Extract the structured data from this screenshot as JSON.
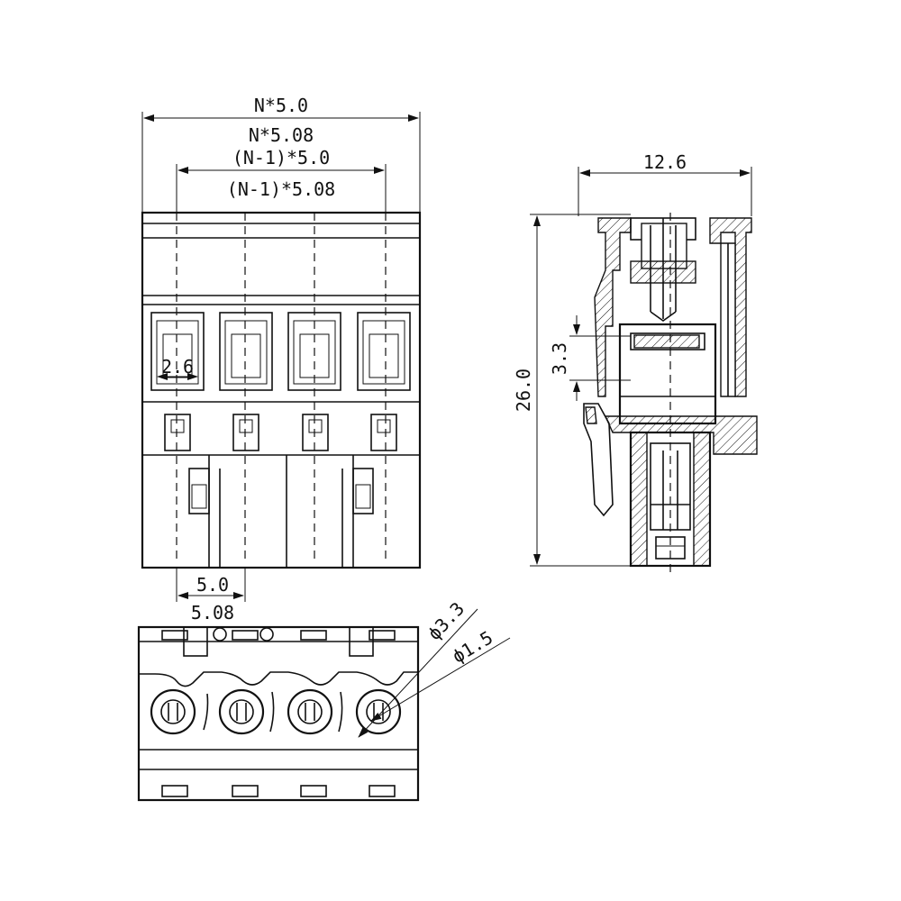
{
  "front_view": {
    "dim_overall_5_0": "N*5.0",
    "dim_overall_5_08": "N*5.08",
    "dim_inner_5_0": "(N-1)*5.0",
    "dim_inner_5_08": "(N-1)*5.08",
    "dim_window": "2.6",
    "dim_pitch_5_0": "5.0",
    "dim_pitch_5_08": "5.08"
  },
  "side_view": {
    "dim_width": "12.6",
    "dim_height": "26.0",
    "dim_opening": "3.3"
  },
  "bottom_view": {
    "dim_dia_outer": "ϕ3.3",
    "dim_dia_inner": "ϕ1.5"
  }
}
